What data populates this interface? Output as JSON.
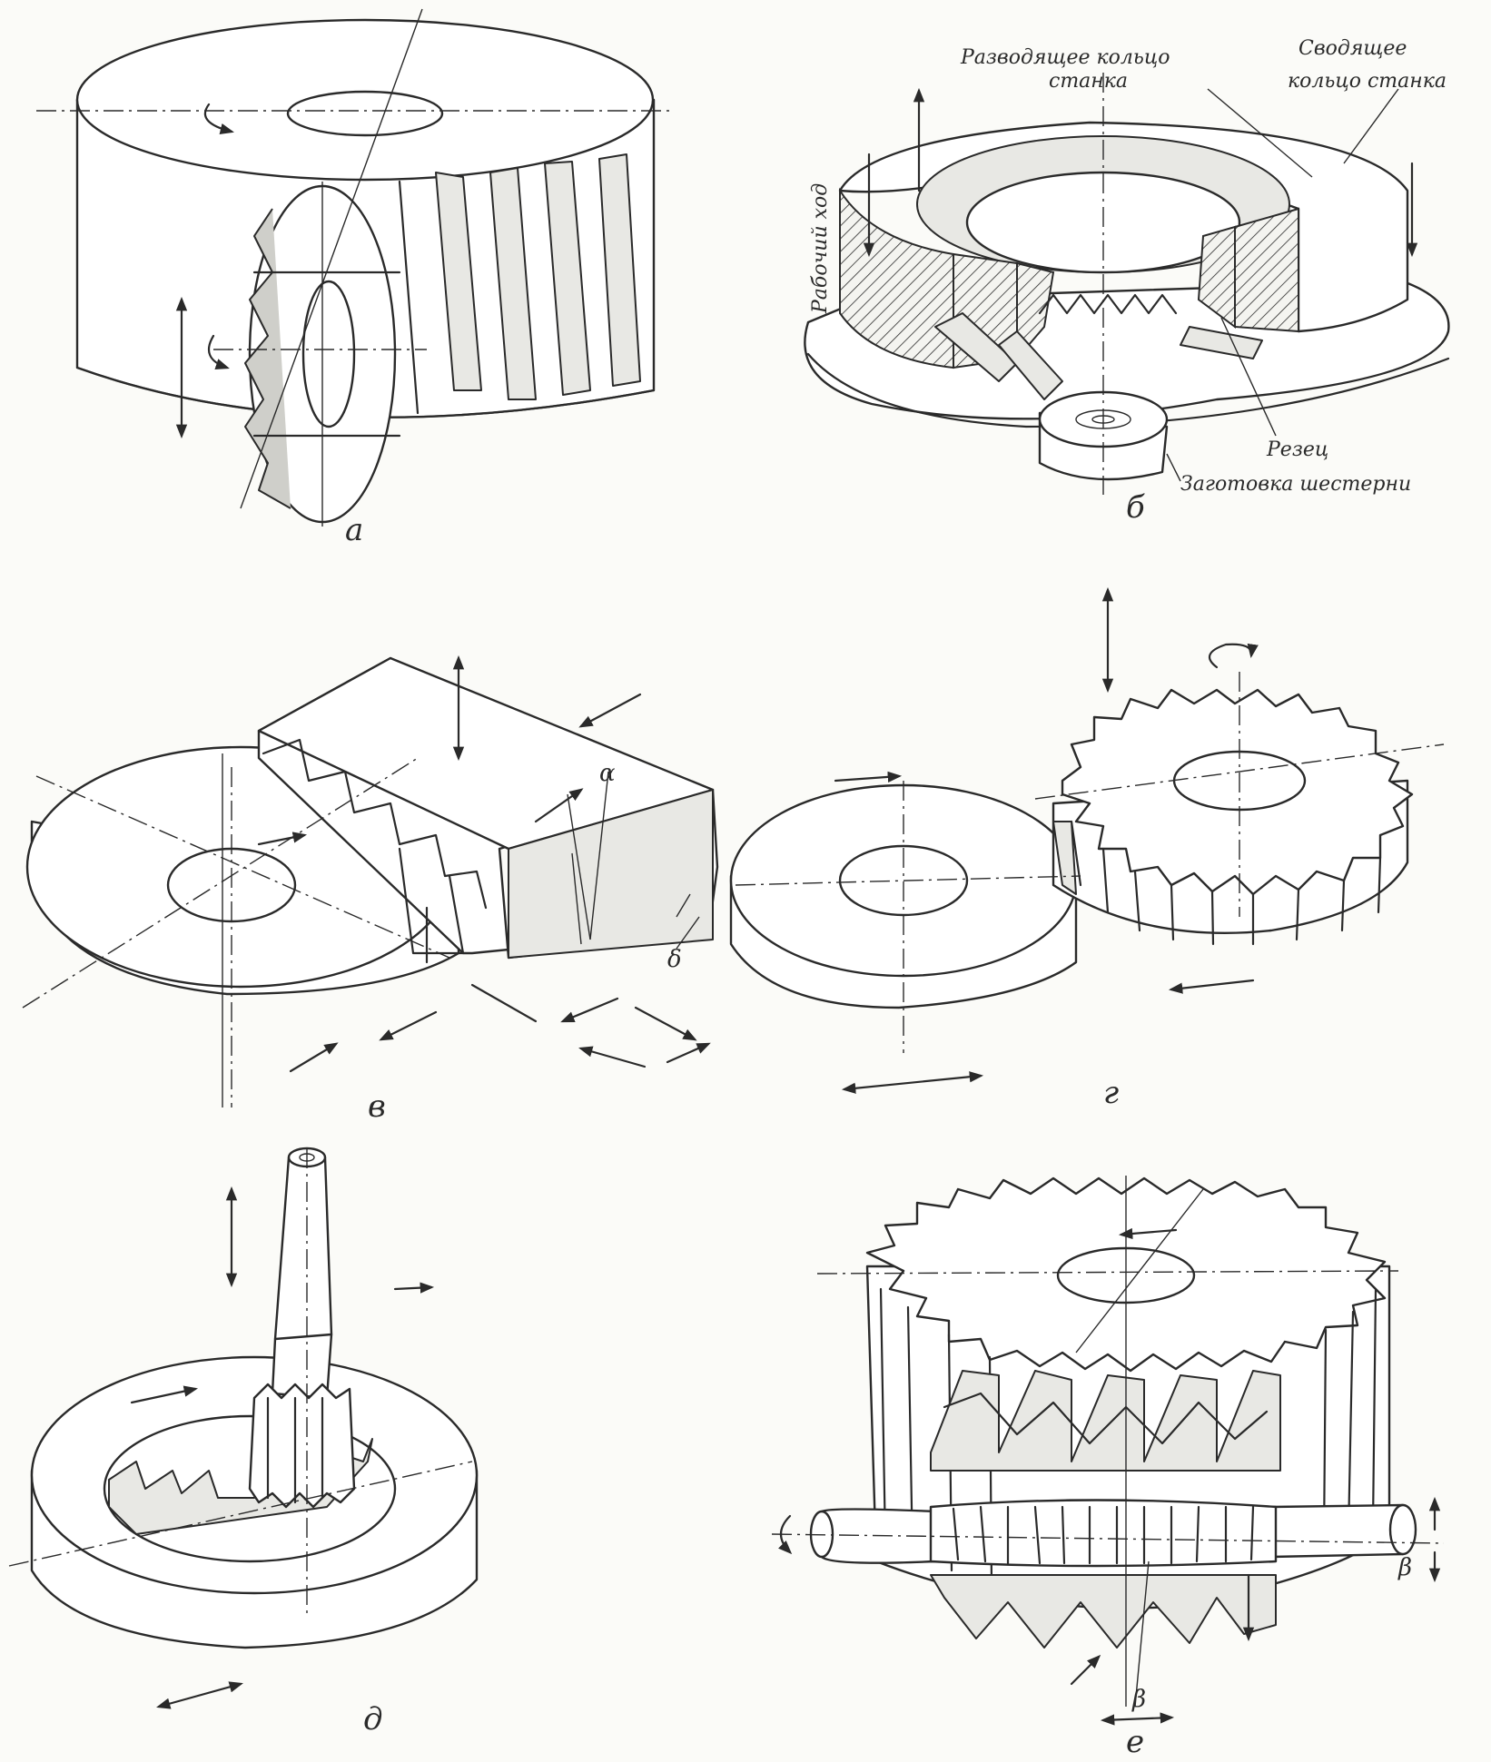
{
  "panels": [
    {
      "id": "a",
      "caption": "а"
    },
    {
      "id": "b",
      "caption": "б"
    },
    {
      "id": "v",
      "caption": "в"
    },
    {
      "id": "g",
      "caption": "г"
    },
    {
      "id": "d",
      "caption": "д"
    },
    {
      "id": "e",
      "caption": "е"
    }
  ],
  "labels": {
    "razvod_line1": "Разводящее кольцо",
    "razvod_line2": "станка",
    "svod_line1": "Сводящее",
    "svod_line2": "кольцо станка",
    "rabochiy_hod": "Рабочий ход",
    "rezets": "Резец",
    "zagotovka": "Заготовка шестерни"
  },
  "angle_symbols": {
    "alpha": "α",
    "delta": "δ",
    "beta": "β"
  }
}
